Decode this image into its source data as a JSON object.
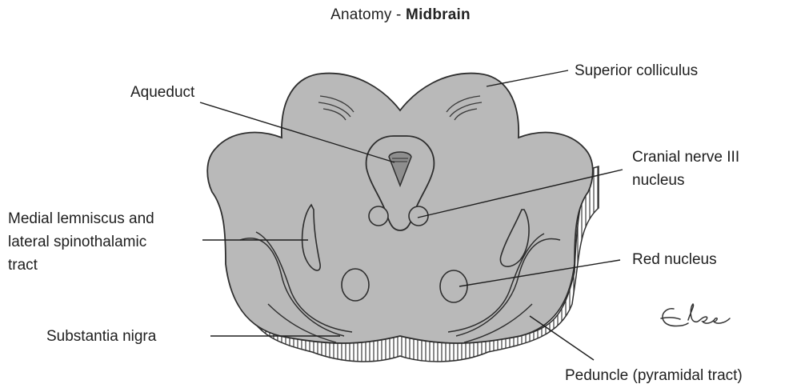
{
  "title": {
    "prefix": "Anatomy - ",
    "emphasis": "Midbrain"
  },
  "labels": {
    "superior_colliculus": "Superior colliculus",
    "aqueduct": "Aqueduct",
    "cranial_nerve_line1": "Cranial nerve III",
    "cranial_nerve_line2": "nucleus",
    "medial_lemniscus_line1": "Medial lemniscus and",
    "medial_lemniscus_line2": "lateral spinothalamic",
    "medial_lemniscus_line3": "tract",
    "red_nucleus": "Red nucleus",
    "substantia_nigra": "Substantia nigra",
    "peduncle": "Peduncle (pyramidal tract)"
  },
  "colors": {
    "tissue": "#b9b9b9",
    "outline": "#2e2e2e",
    "hatch": "#3a3a3a",
    "background": "#ffffff"
  }
}
